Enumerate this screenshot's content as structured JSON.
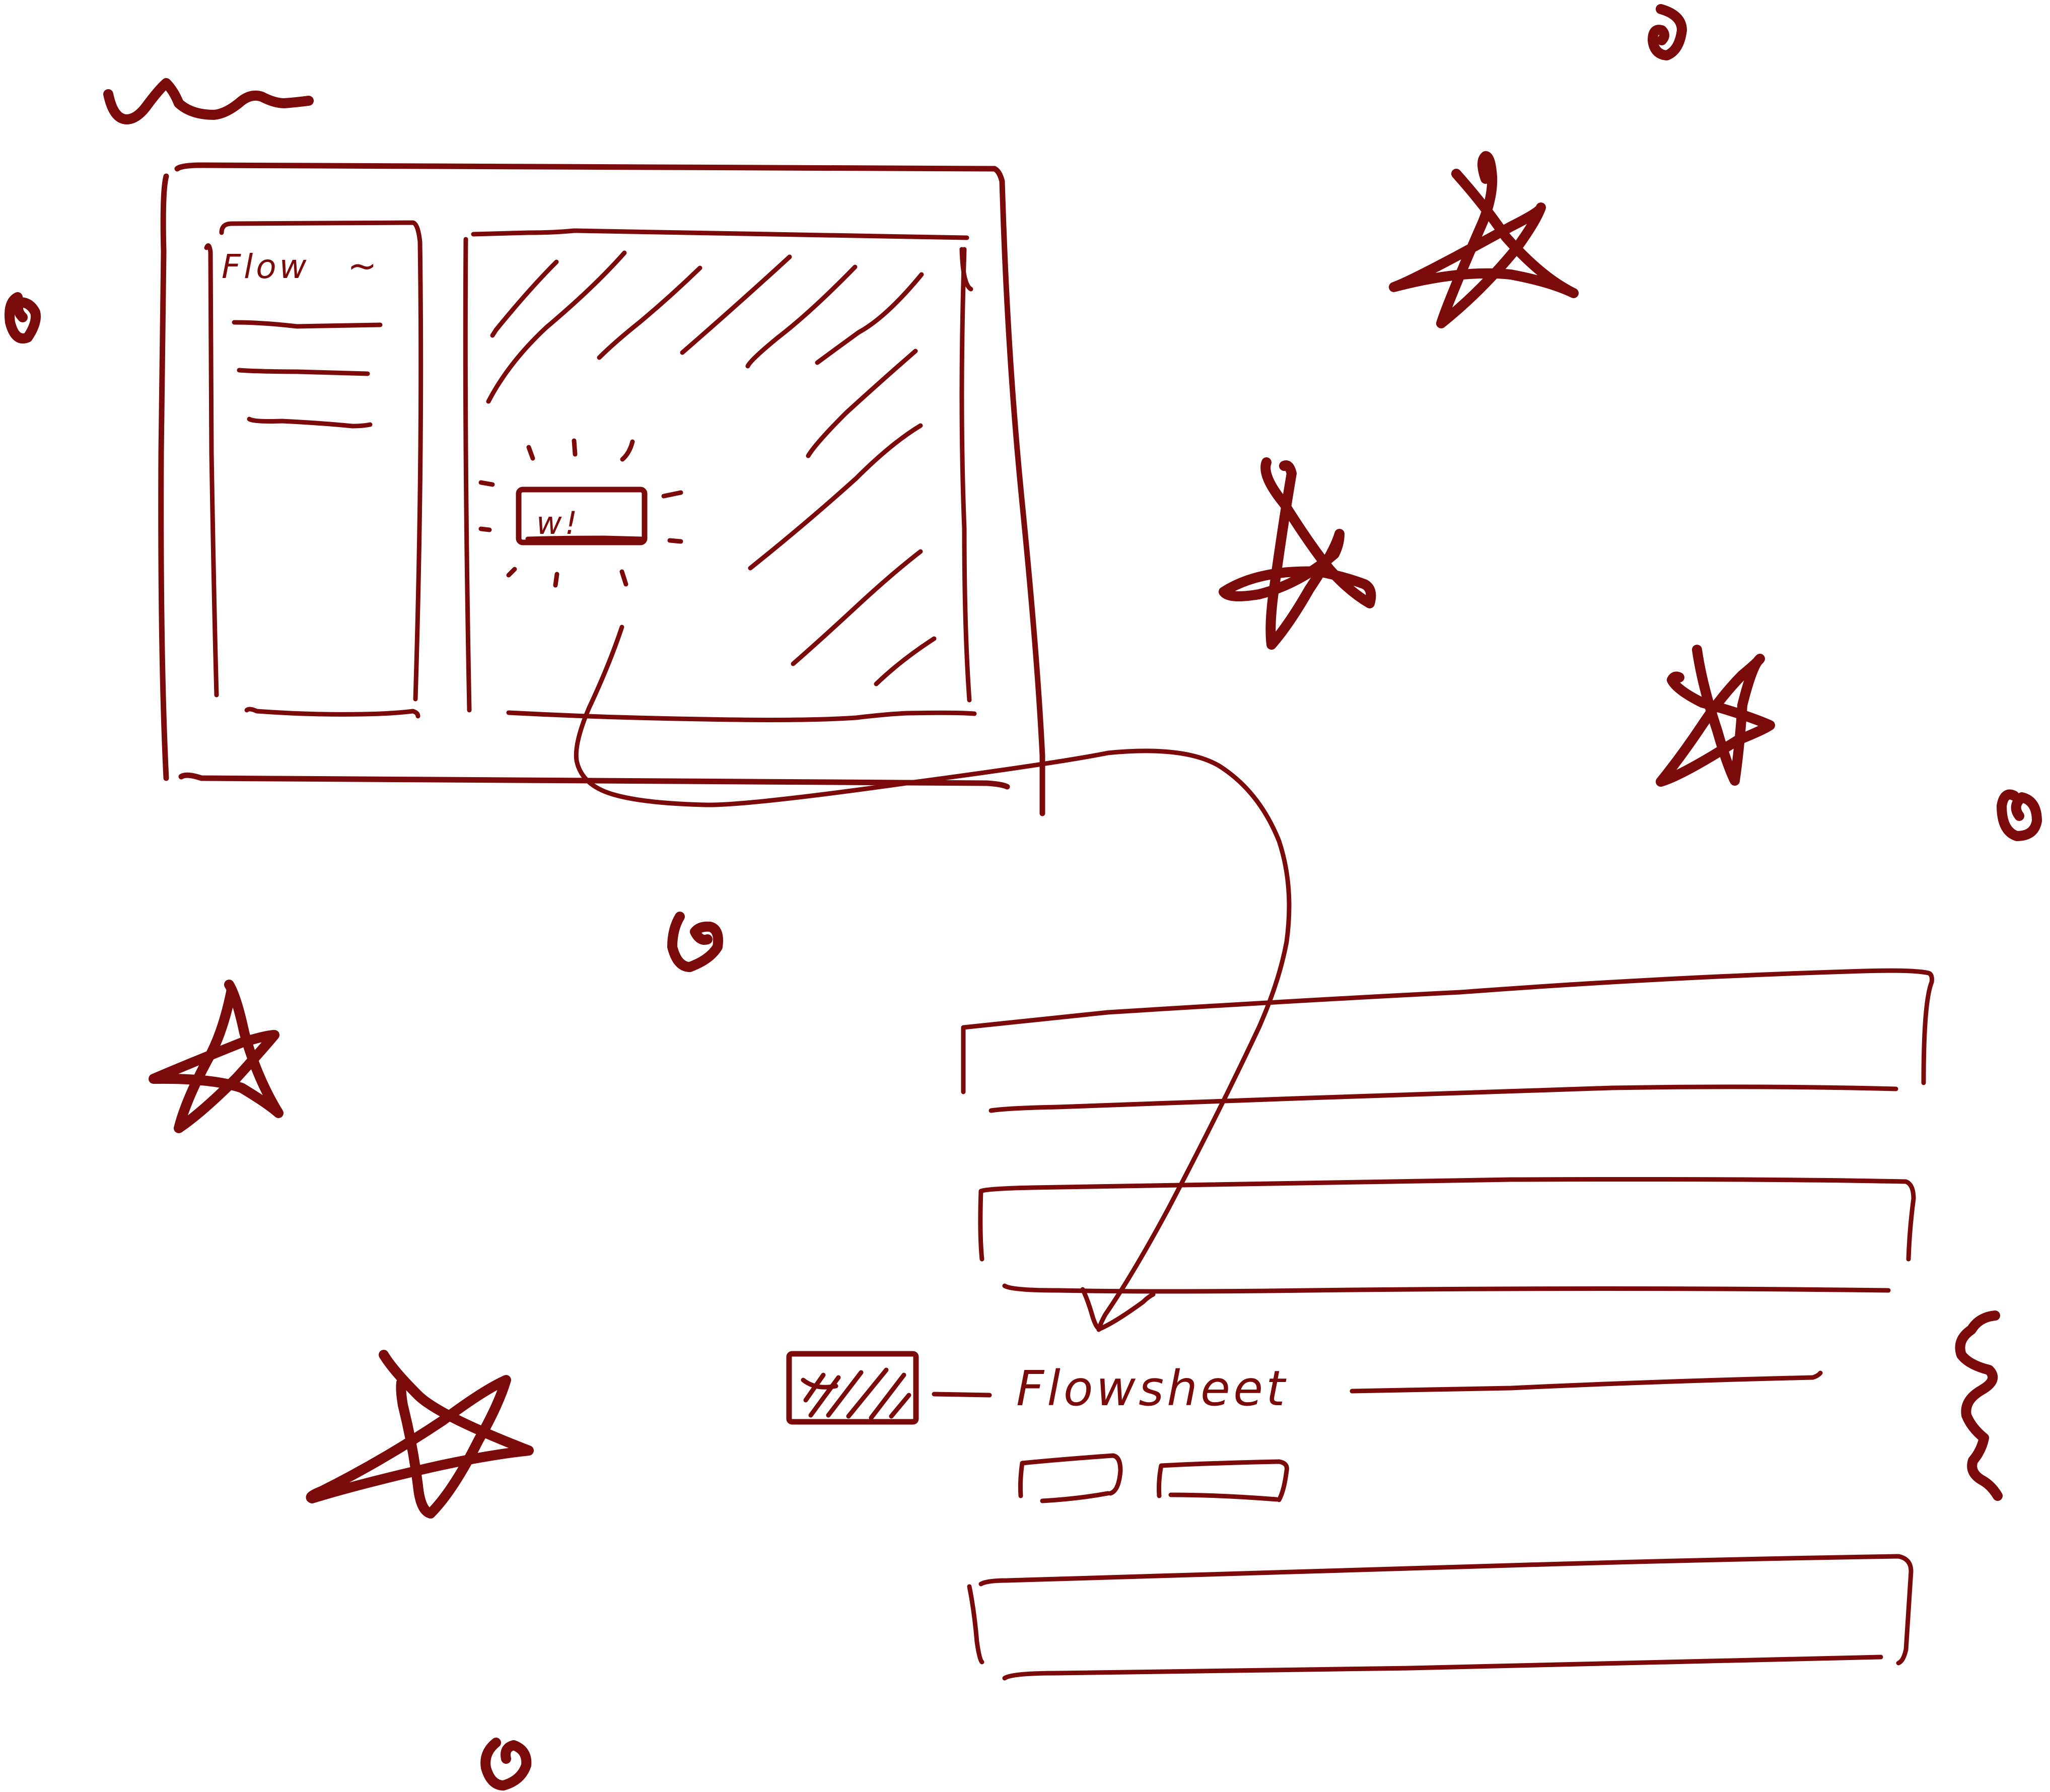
{
  "ink_color": "#7b0a0a",
  "background_color": "#ffffff",
  "wireframe": {
    "sidebar": {
      "logo_text": "Flow",
      "logo_squiggle": "~"
    },
    "canvas": {
      "flag_text": "w!"
    }
  },
  "flowsheet": {
    "title": "Flowsheet"
  }
}
